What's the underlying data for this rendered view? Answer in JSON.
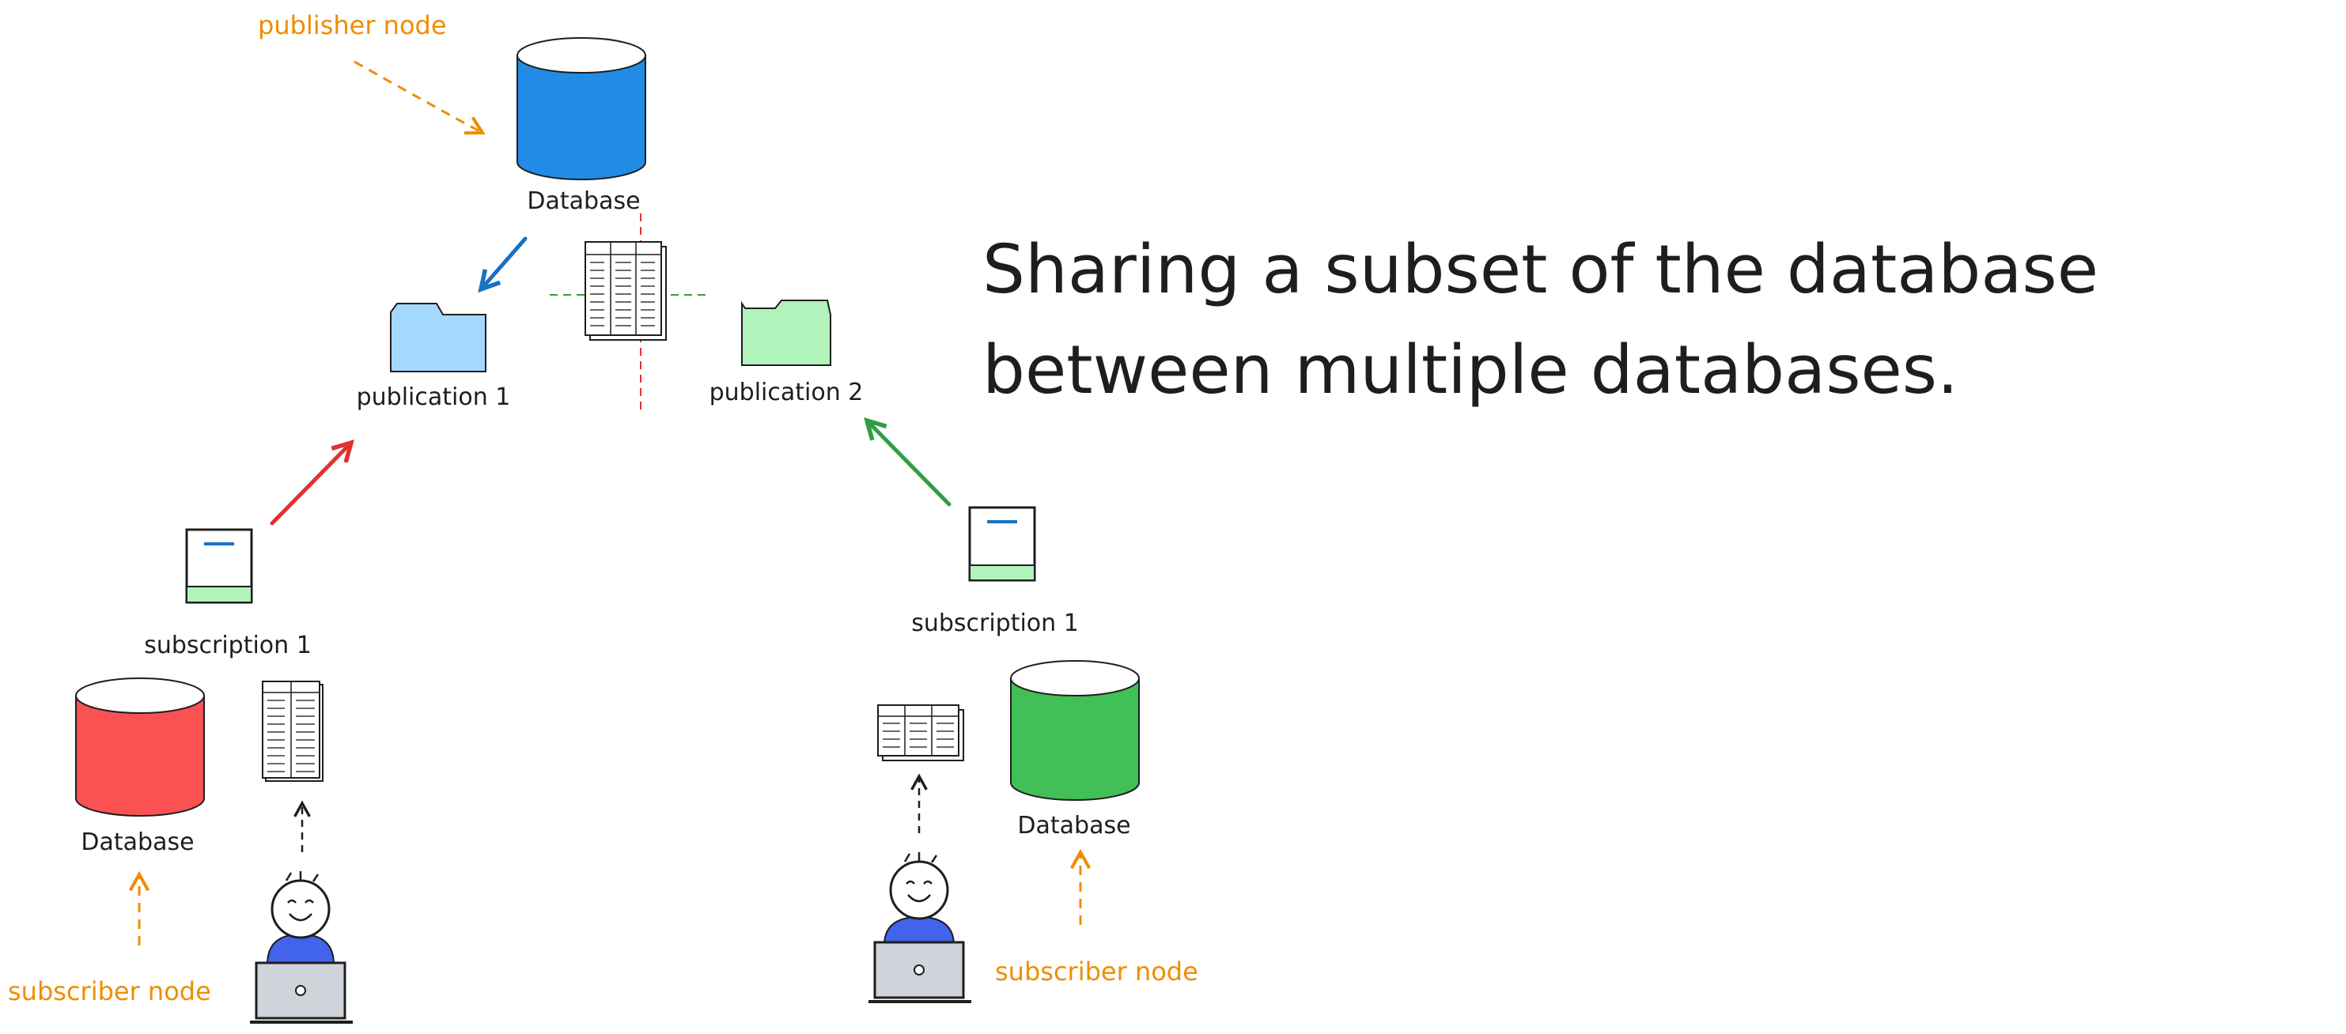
{
  "colors": {
    "ink": "#1e1e1e",
    "orange": "#f08c00",
    "blue_db": "#228be6",
    "red_db": "#fa5252",
    "green_db": "#40c057",
    "folder_blue": "#a5d8ff",
    "folder_green": "#b2f2bb",
    "arrow_blue": "#1971c2",
    "arrow_red": "#e03131",
    "arrow_green": "#2f9e44",
    "laptop": "#ced4da",
    "shirt": "#4263eb"
  },
  "labels": {
    "publisher_node": "publisher node",
    "publisher_db": "Database",
    "publication_1": "publication 1",
    "publication_2": "publication 2",
    "subscription_left": "subscription 1",
    "subscription_right": "subscription 1",
    "left_db": "Database",
    "right_db": "Database",
    "subscriber_node_left": "subscriber node",
    "subscriber_node_right": "subscriber node"
  },
  "headline": {
    "line1": "Sharing a subset of the database",
    "line2": "between multiple databases."
  },
  "icons": [
    "database-icon",
    "folder-icon",
    "table-icon",
    "subscription-card-icon",
    "person-icon",
    "laptop-icon"
  ]
}
